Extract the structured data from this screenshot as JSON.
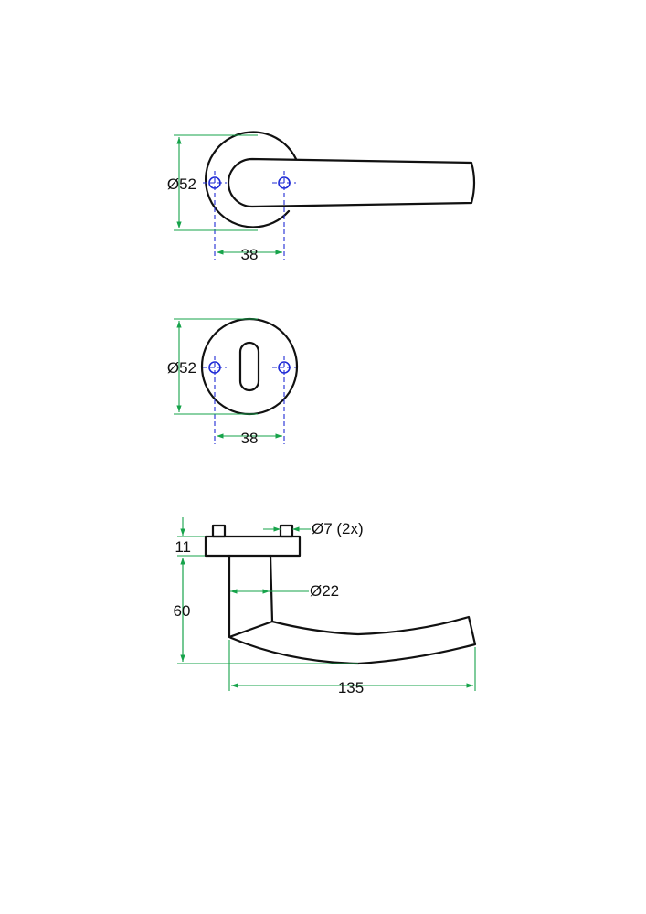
{
  "views": {
    "lever_front": {
      "diameter_label": "Ø52",
      "spacing_label": "38"
    },
    "escutcheon_front": {
      "diameter_label": "Ø52",
      "spacing_label": "38"
    },
    "side_view": {
      "pin_label": "Ø7 (2x)",
      "rose_thickness_label": "11",
      "neck_diameter_label": "Ø22",
      "height_label": "60",
      "length_label": "135"
    }
  },
  "colors": {
    "outline": "#111111",
    "dimension": "#16a34a",
    "centerline": "#1f2bd6"
  }
}
